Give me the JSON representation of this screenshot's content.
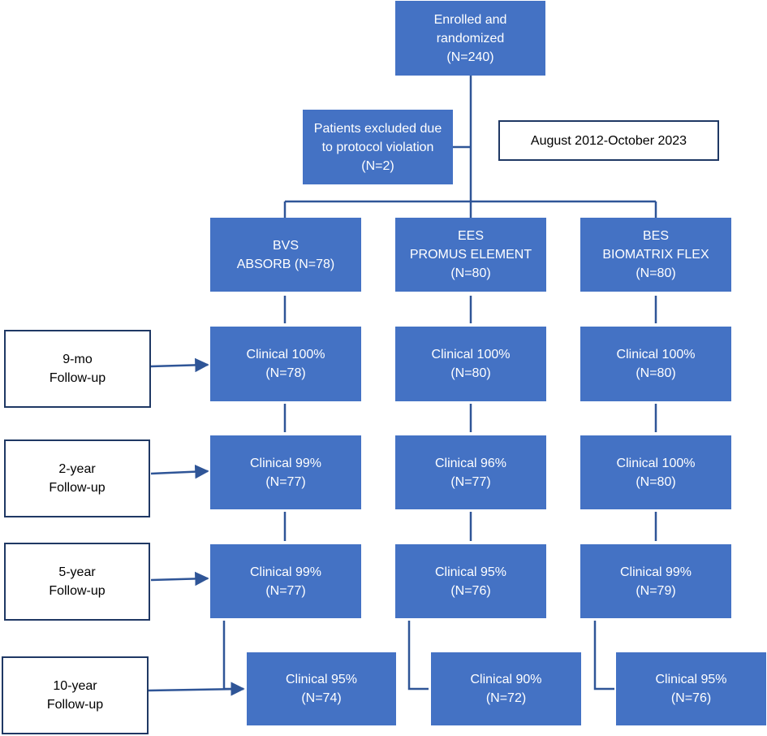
{
  "colors": {
    "box_fill": "#4472c4",
    "box_text": "#ffffff",
    "outline_border": "#1f3864",
    "connector": "#2f5597"
  },
  "enrolled": {
    "line1": "Enrolled and",
    "line2": "randomized",
    "line3": "(N=240)"
  },
  "excluded": {
    "line1": "Patients excluded due",
    "line2": "to protocol violation",
    "line3": "(N=2)"
  },
  "date_range": "August 2012-October 2023",
  "arms": [
    {
      "line1": "BVS",
      "line2": "ABSORB (N=78)",
      "line3": ""
    },
    {
      "line1": "EES",
      "line2": "PROMUS ELEMENT",
      "line3": "(N=80)"
    },
    {
      "line1": "BES",
      "line2": "BIOMATRIX FLEX",
      "line3": "(N=80)"
    }
  ],
  "followups": [
    {
      "line1": "9-mo",
      "line2": "Follow-up"
    },
    {
      "line1": "2-year",
      "line2": "Follow-up"
    },
    {
      "line1": "5-year",
      "line2": "Follow-up"
    },
    {
      "line1": "10-year",
      "line2": "Follow-up"
    }
  ],
  "results": [
    [
      {
        "pct": "Clinical 100%",
        "n": "(N=78)"
      },
      {
        "pct": "Clinical 100%",
        "n": "(N=80)"
      },
      {
        "pct": "Clinical 100%",
        "n": "(N=80)"
      }
    ],
    [
      {
        "pct": "Clinical 99%",
        "n": "(N=77)"
      },
      {
        "pct": "Clinical 96%",
        "n": "(N=77)"
      },
      {
        "pct": "Clinical 100%",
        "n": "(N=80)"
      }
    ],
    [
      {
        "pct": "Clinical 99%",
        "n": "(N=77)"
      },
      {
        "pct": "Clinical 95%",
        "n": "(N=76)"
      },
      {
        "pct": "Clinical 99%",
        "n": "(N=79)"
      }
    ],
    [
      {
        "pct": "Clinical 95%",
        "n": "(N=74)"
      },
      {
        "pct": "Clinical 90%",
        "n": "(N=72)"
      },
      {
        "pct": "Clinical 95%",
        "n": "(N=76)"
      }
    ]
  ]
}
